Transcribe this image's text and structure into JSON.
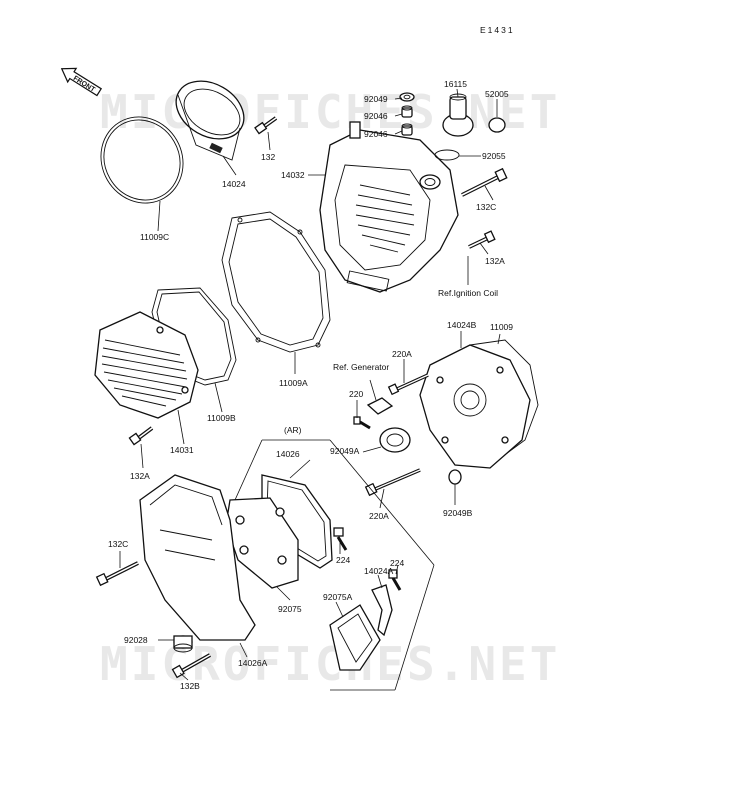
{
  "diagram_code": "E1431",
  "front_label": "FRONT",
  "watermark": "MICROFICHES.NET",
  "group_label": "(AR)",
  "parts": [
    {
      "id": "p92049",
      "text": "92049"
    },
    {
      "id": "p92046a",
      "text": "92046"
    },
    {
      "id": "p92046b",
      "text": "92046"
    },
    {
      "id": "p16115",
      "text": "16115"
    },
    {
      "id": "p52005",
      "text": "52005"
    },
    {
      "id": "p92055",
      "text": "92055"
    },
    {
      "id": "p132",
      "text": "132"
    },
    {
      "id": "p14024",
      "text": "14024"
    },
    {
      "id": "p14032",
      "text": "14032"
    },
    {
      "id": "p132C_top",
      "text": "132C"
    },
    {
      "id": "p132A_top",
      "text": "132A"
    },
    {
      "id": "p11009C",
      "text": "11009C"
    },
    {
      "id": "pRefIgn",
      "text": "Ref.Ignition Coil"
    },
    {
      "id": "p11009A",
      "text": "11009A"
    },
    {
      "id": "p14024B",
      "text": "14024B"
    },
    {
      "id": "p11009",
      "text": "11009"
    },
    {
      "id": "p220A_top",
      "text": "220A"
    },
    {
      "id": "pRefGen",
      "text": "Ref. Generator"
    },
    {
      "id": "p220",
      "text": "220"
    },
    {
      "id": "p11009B",
      "text": "11009B"
    },
    {
      "id": "p14031",
      "text": "14031"
    },
    {
      "id": "p92049A",
      "text": "92049A"
    },
    {
      "id": "p14026",
      "text": "14026"
    },
    {
      "id": "p132A_bot",
      "text": "132A"
    },
    {
      "id": "p220A_bot",
      "text": "220A"
    },
    {
      "id": "p92049B",
      "text": "92049B"
    },
    {
      "id": "p132C_bot",
      "text": "132C"
    },
    {
      "id": "p224a",
      "text": "224"
    },
    {
      "id": "p224b",
      "text": "224"
    },
    {
      "id": "p14024A",
      "text": "14024A"
    },
    {
      "id": "p92075",
      "text": "92075"
    },
    {
      "id": "p92075A",
      "text": "92075A"
    },
    {
      "id": "p92028",
      "text": "92028"
    },
    {
      "id": "p14026A",
      "text": "14026A"
    },
    {
      "id": "p132B",
      "text": "132B"
    }
  ]
}
